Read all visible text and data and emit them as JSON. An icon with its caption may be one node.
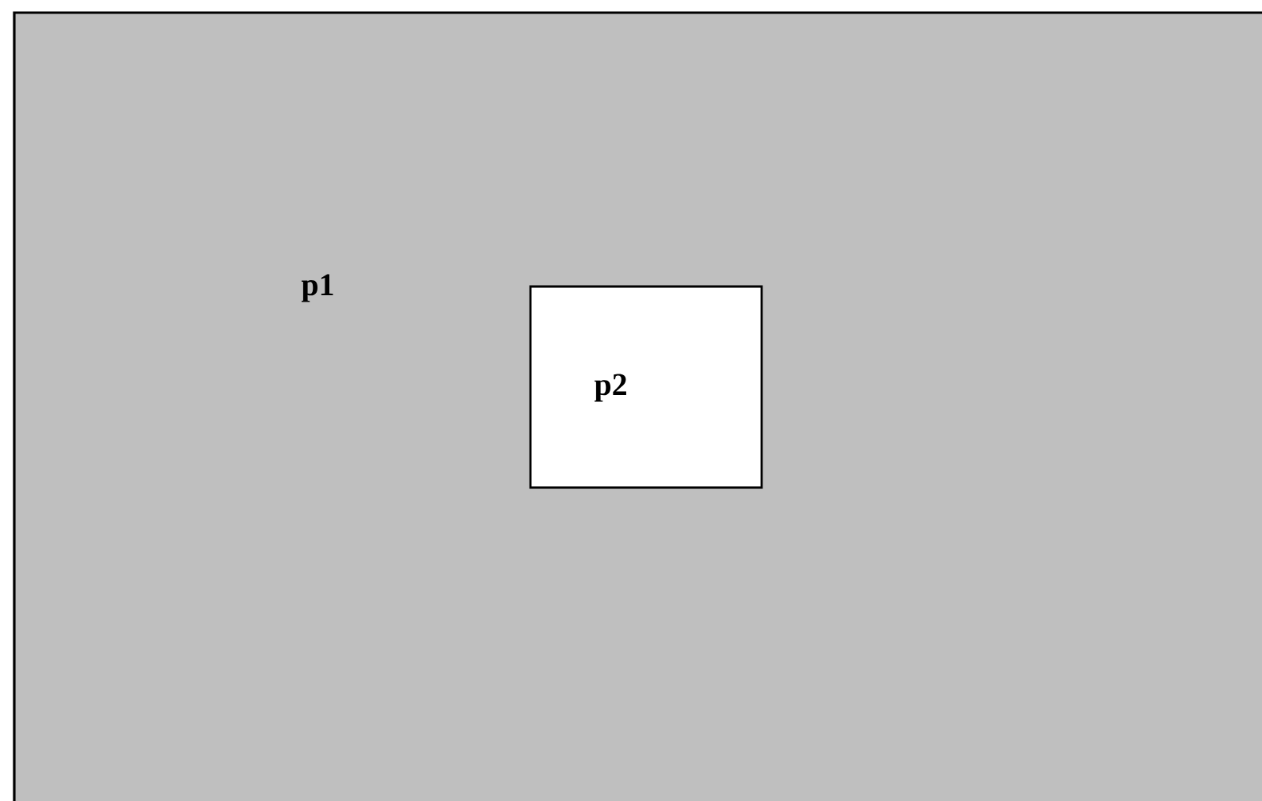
{
  "diagram": {
    "nodes": [
      {
        "text": [
          "p1"
        ]
      },
      {
        "text": [
          "p2"
        ],
        "in": 0
      }
    ]
  }
}
